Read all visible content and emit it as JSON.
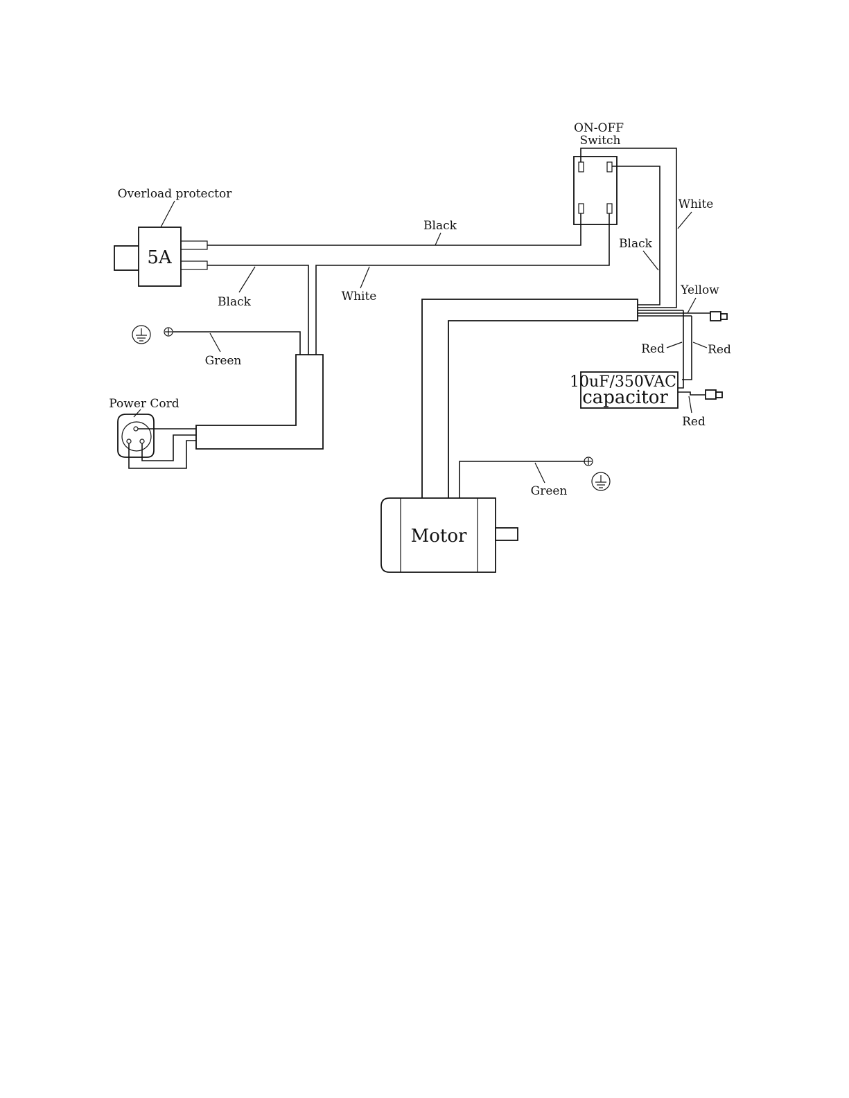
{
  "labels": {
    "switch_line1": "ON-OFF",
    "switch_line2": "Switch",
    "overload_protector": "Overload protector",
    "protector_rating": "5A",
    "power_cord": "Power Cord",
    "capacitor_rating": "10uF/350VAC",
    "capacitor": "capacitor",
    "motor": "Motor"
  },
  "wire_labels": {
    "black_top": "Black",
    "black_left": "Black",
    "white_mid": "White",
    "white_right": "White",
    "black_right": "Black",
    "yellow": "Yellow",
    "red_left": "Red",
    "red_right": "Red",
    "red_bottom": "Red",
    "green_left": "Green",
    "green_motor": "Green"
  }
}
